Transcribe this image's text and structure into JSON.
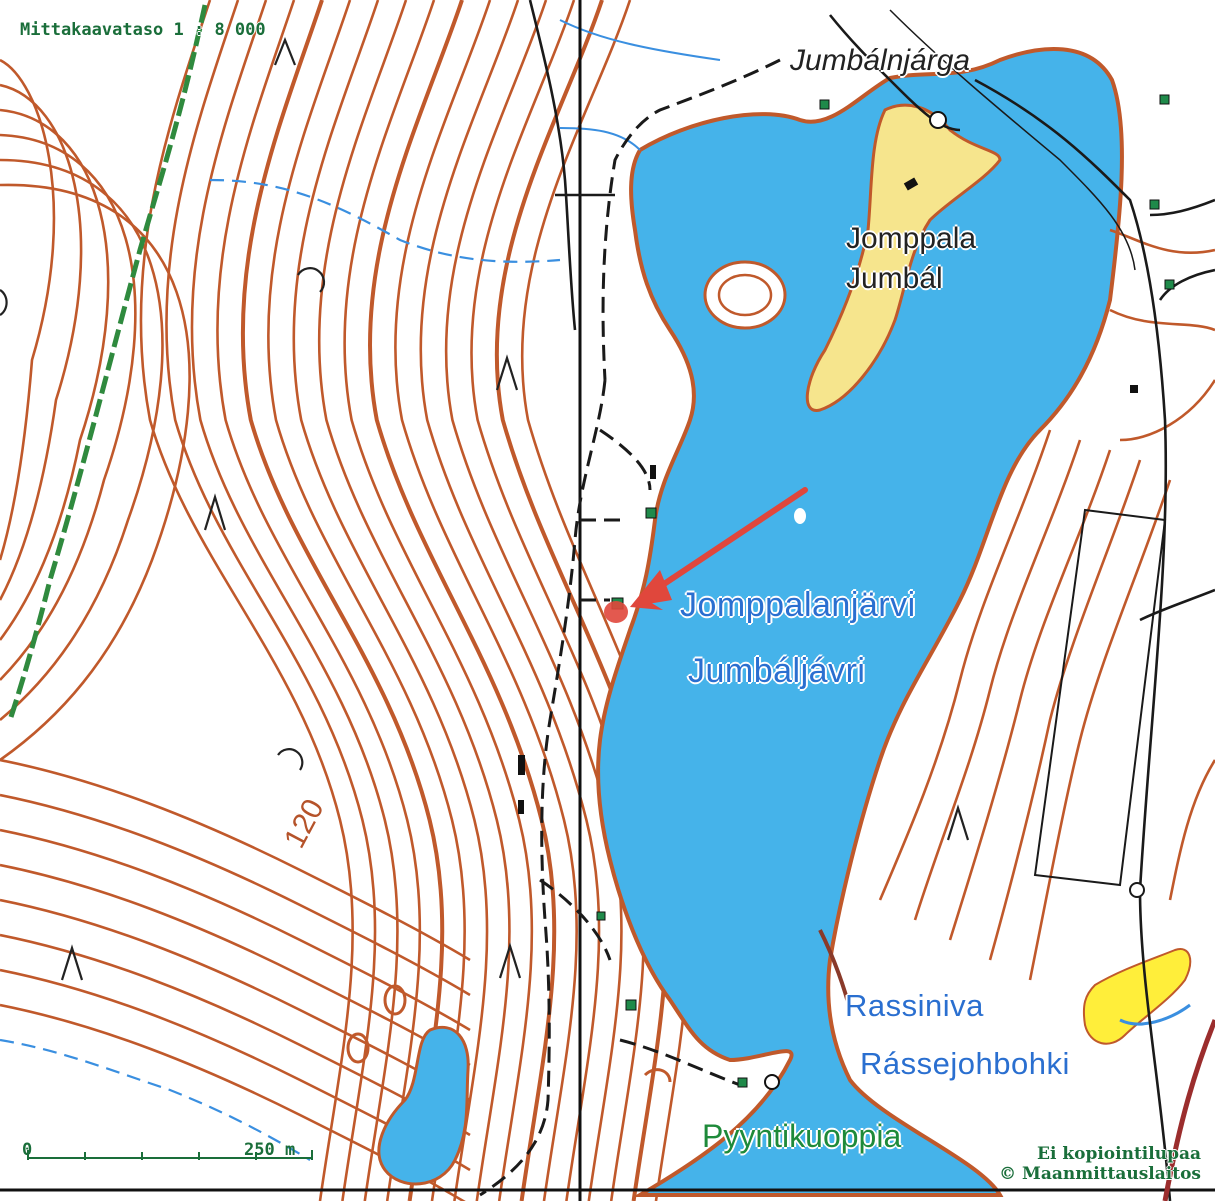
{
  "map": {
    "scale_label": "Mittakaavataso 1 : 8 000",
    "scalebar": {
      "start_label": "0",
      "end_label": "250 m"
    },
    "labels": {
      "jumbalnjarga": "Jumbálnjárga",
      "jomppala": "Jomppala",
      "jumbal": "Jumbál",
      "jomppalanjarvi": "Jomppalanjärvi",
      "jumbaljavri": "Jumbáljávri",
      "rassiniva": "Rassiniva",
      "rassejohbohki": "Rássejohbohki",
      "pyyntikuoppia": "Pyyntikuoppia",
      "contour_120": "120"
    },
    "copyright": {
      "line1": "Ei kopiointilupaa",
      "line2": "© Maanmittauslaitos"
    },
    "colors": {
      "water": "#45b3ea",
      "contour": "#c0592b",
      "field": "#f6e58d",
      "field_bright": "#ffee3a",
      "road": "#1a1a1a",
      "stream": "#3a8fe0",
      "boundary": "#2f8a3e",
      "marker": "#e0473c"
    },
    "marker": {
      "type": "arrow",
      "target": "Jomppalanjärvi shore building"
    }
  }
}
